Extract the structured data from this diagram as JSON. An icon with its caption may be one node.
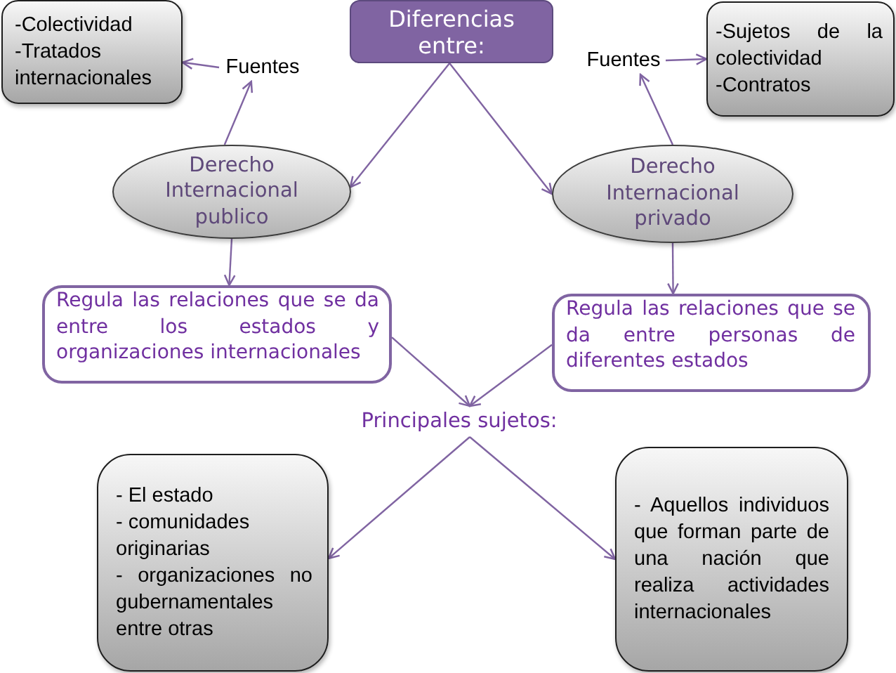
{
  "diagram": {
    "nodes": [
      {
        "text": [
          "-Colectividad",
          "-Tratados internacionales"
        ]
      },
      {
        "text": [
          "Diferencias entre:"
        ]
      },
      {
        "text": [
          "-Sujetos de la colectividad",
          "-Contratos"
        ]
      },
      {
        "text": [
          "Fuentes"
        ]
      },
      {
        "text": [
          "Fuentes"
        ]
      },
      {
        "text": [
          "Derecho Internacional publico"
        ]
      },
      {
        "text": [
          "Derecho Internacional privado"
        ]
      },
      {
        "text": [
          "Regula las relaciones que se da entre los estados y organizaciones internacionales"
        ]
      },
      {
        "text": [
          "Regula las relaciones que se da entre personas de diferentes estados"
        ]
      },
      {
        "text": [
          "Principales sujetos:"
        ]
      },
      {
        "text": [
          "- El estado",
          "- comunidades originarias",
          "- organizaciones no gubernamentales entre otras"
        ]
      },
      {
        "text": [
          "- Aquellos individuos que forman parte de una nación que realiza actividades internacionales"
        ]
      }
    ],
    "edges": [
      {
        "from": 1,
        "to": 5,
        "arrow": "to"
      },
      {
        "from": 1,
        "to": 6,
        "arrow": "to"
      },
      {
        "from": 5,
        "to": 3,
        "arrow": "to"
      },
      {
        "from": 3,
        "to": 0,
        "arrow": "to"
      },
      {
        "from": 6,
        "to": 4,
        "arrow": "to"
      },
      {
        "from": 4,
        "to": 2,
        "arrow": "to"
      },
      {
        "from": 5,
        "to": 7,
        "arrow": "to"
      },
      {
        "from": 6,
        "to": 8,
        "arrow": "to"
      },
      {
        "from": 7,
        "to": 9,
        "arrow": "to"
      },
      {
        "from": 8,
        "to": 9,
        "arrow": "to"
      },
      {
        "from": 9,
        "to": 10,
        "arrow": "to"
      },
      {
        "from": 9,
        "to": 11,
        "arrow": "to"
      }
    ]
  }
}
